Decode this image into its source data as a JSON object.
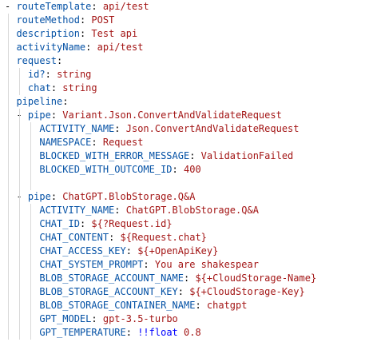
{
  "editor": {
    "language": "yaml",
    "colors": {
      "key": "#0451a5",
      "value": "#a31515",
      "punct": "#000000",
      "tag": "#0000ff",
      "background": "#ffffff",
      "indent_guide": "#d9d9d9"
    },
    "lines": [
      {
        "indent": 0,
        "dash": true,
        "key": "routeTemplate",
        "value": "api/test"
      },
      {
        "indent": 1,
        "dash": false,
        "key": "routeMethod",
        "value": "POST"
      },
      {
        "indent": 1,
        "dash": false,
        "key": "description",
        "value": "Test api"
      },
      {
        "indent": 1,
        "dash": false,
        "key": "activityName",
        "value": "api/test"
      },
      {
        "indent": 1,
        "dash": false,
        "key": "request",
        "value": ""
      },
      {
        "indent": 2,
        "dash": false,
        "key": "id?",
        "value": "string"
      },
      {
        "indent": 2,
        "dash": false,
        "key": "chat",
        "value": "string"
      },
      {
        "indent": 1,
        "dash": false,
        "key": "pipeline",
        "value": ""
      },
      {
        "indent": 2,
        "dash": true,
        "key": "pipe",
        "value": "Variant.Json.ConvertAndValidateRequest"
      },
      {
        "indent": 3,
        "dash": false,
        "key": "ACTIVITY_NAME",
        "value": "Json.ConvertAndValidateRequest"
      },
      {
        "indent": 3,
        "dash": false,
        "key": "NAMESPACE",
        "value": "Request"
      },
      {
        "indent": 3,
        "dash": false,
        "key": "BLOCKED_WITH_ERROR_MESSAGE",
        "value": "ValidationFailed"
      },
      {
        "indent": 3,
        "dash": false,
        "key": "BLOCKED_WITH_OUTCOME_ID",
        "value": "400"
      },
      {
        "indent": 3,
        "dash": false,
        "key": "",
        "value": ""
      },
      {
        "indent": 2,
        "dash": true,
        "key": "pipe",
        "value": "ChatGPT.BlobStorage.Q&A"
      },
      {
        "indent": 3,
        "dash": false,
        "key": "ACTIVITY_NAME",
        "value": "ChatGPT.BlobStorage.Q&A"
      },
      {
        "indent": 3,
        "dash": false,
        "key": "CHAT_ID",
        "value": "${?Request.id}"
      },
      {
        "indent": 3,
        "dash": false,
        "key": "CHAT_CONTENT",
        "value": "${Request.chat}"
      },
      {
        "indent": 3,
        "dash": false,
        "key": "CHAT_ACCESS_KEY",
        "value": "${+OpenApiKey}"
      },
      {
        "indent": 3,
        "dash": false,
        "key": "CHAT_SYSTEM_PROMPT",
        "value": "You are shakespear"
      },
      {
        "indent": 3,
        "dash": false,
        "key": "BLOB_STORAGE_ACCOUNT_NAME",
        "value": "${+CloudStorage-Name}"
      },
      {
        "indent": 3,
        "dash": false,
        "key": "BLOB_STORAGE_ACCOUNT_KEY",
        "value": "${+CloudStorage-Key}"
      },
      {
        "indent": 3,
        "dash": false,
        "key": "BLOB_STORAGE_CONTAINER_NAME",
        "value": "chatgpt"
      },
      {
        "indent": 3,
        "dash": false,
        "key": "GPT_MODEL",
        "value": "gpt-3.5-turbo"
      },
      {
        "indent": 3,
        "dash": false,
        "key": "GPT_TEMPERATURE",
        "value": "0.8",
        "tag": "!!float"
      }
    ]
  }
}
